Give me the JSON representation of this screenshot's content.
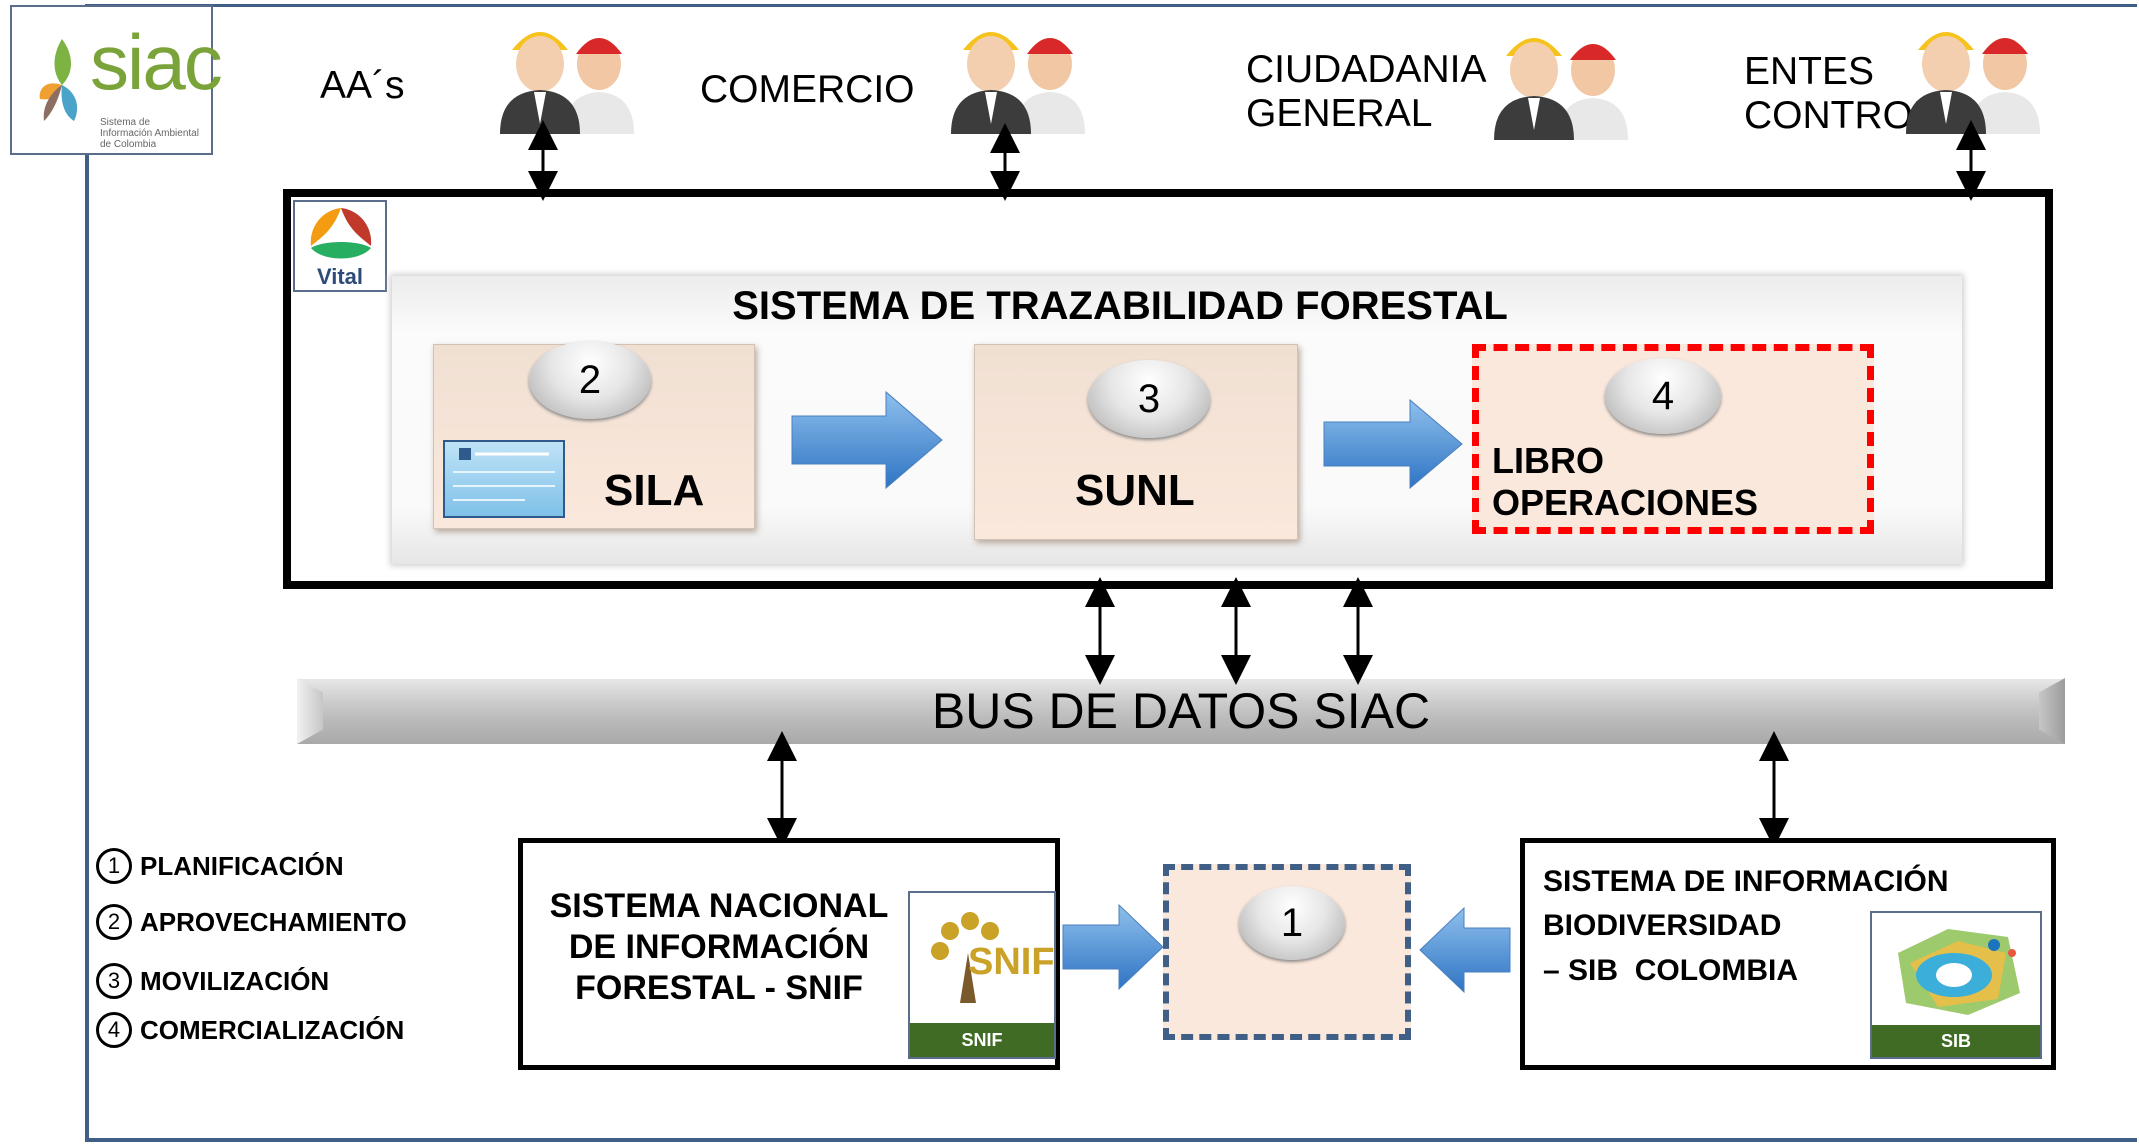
{
  "logos": {
    "siac": {
      "word": "siac",
      "subtitle": "Sistema de Información Ambiental de Colombia"
    },
    "vital": {
      "word": "Vital"
    },
    "snif": {
      "word": "SNIF",
      "caption": "SNIF"
    },
    "sib": {
      "caption": "SIB"
    }
  },
  "actors": [
    {
      "label": "AA´s"
    },
    {
      "label": "COMERCIO"
    },
    {
      "label": "CIUDADANIA\nGENERAL"
    },
    {
      "label": "ENTES\nCONTROL"
    }
  ],
  "main_system": {
    "title": "SISTEMA DE TRAZABILIDAD FORESTAL",
    "stages": [
      {
        "number": "2",
        "label": "SILA"
      },
      {
        "number": "3",
        "label": "SUNL"
      },
      {
        "number": "4",
        "label": "LIBRO\nOPERACIONES"
      }
    ]
  },
  "bus": {
    "label": "BUS DE DATOS SIAC"
  },
  "bottom": {
    "snif": {
      "label": "SISTEMA NACIONAL\nDE INFORMACIÓN\nFORESTAL - SNIF"
    },
    "center": {
      "number": "1"
    },
    "sib": {
      "label": "SISTEMA DE INFORMACIÓN\nBIODIVERSIDAD\n– SIB  COLOMBIA"
    }
  },
  "legend": [
    {
      "number": "1",
      "label": "PLANIFICACIÓN"
    },
    {
      "number": "2",
      "label": "APROVECHAMIENTO"
    },
    {
      "number": "3",
      "label": "MOVILIZACIÓN"
    },
    {
      "number": "4",
      "label": "COMERCIALIZACIÓN"
    }
  ],
  "colors": {
    "frame": "#3f5f86",
    "arrow_blue": "#5b9bd5",
    "dashed_red": "#ff0000",
    "dashed_blue": "#3f5f86",
    "stage_fill": "#fbe8dc"
  }
}
